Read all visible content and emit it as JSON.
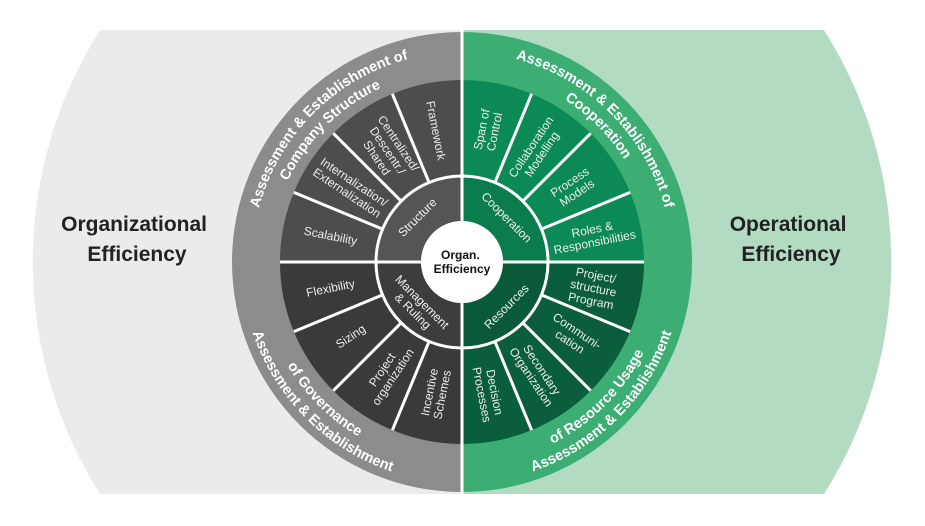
{
  "left_title": [
    "Organizational",
    "Efficiency"
  ],
  "right_title": [
    "Operational",
    "Efficiency"
  ],
  "center_label": [
    "Organ.",
    "Efficiency"
  ],
  "colors": {
    "left_bg": "#ebebeb",
    "right_bg": "#b2dbc2",
    "left_band": "#8c8c8c",
    "right_band": "#3cae74",
    "seg_top_left": "#4d4d4d",
    "seg_bottom_left": "#3a3a3a",
    "seg_top_right": "#0b8a55",
    "seg_bottom_right": "#0a5e3b",
    "quad_top_left": "#555555",
    "quad_bottom_left": "#3d3d3d",
    "quad_top_right": "#0b7d4d",
    "quad_bottom_right": "#0a5a39"
  },
  "quadrants": [
    {
      "label": "Cooperation"
    },
    {
      "label": "Resources"
    },
    {
      "label": "Management & Ruling"
    },
    {
      "label": "Structure"
    }
  ],
  "segments": [
    {
      "lines": [
        "Span of",
        "Control"
      ]
    },
    {
      "lines": [
        "Collaboration",
        "Modelling"
      ]
    },
    {
      "lines": [
        "Process",
        "Models"
      ]
    },
    {
      "lines": [
        "Roles &",
        "Responsibilities"
      ]
    },
    {
      "lines": [
        "Project/",
        "structure",
        "Program"
      ]
    },
    {
      "lines": [
        "Communi-",
        "cation"
      ]
    },
    {
      "lines": [
        "Secondary",
        "Organization"
      ]
    },
    {
      "lines": [
        "Decision",
        "Processes"
      ]
    },
    {
      "lines": [
        "Incentive",
        "Schemes"
      ]
    },
    {
      "lines": [
        "Project",
        "organization"
      ]
    },
    {
      "lines": [
        "Sizing"
      ]
    },
    {
      "lines": [
        "Flexibility"
      ]
    },
    {
      "lines": [
        "Scalability"
      ]
    },
    {
      "lines": [
        "Internalization/",
        "Externalization"
      ]
    },
    {
      "lines": [
        "Centralized/",
        "Descentr./",
        "Shared"
      ]
    },
    {
      "lines": [
        "Framework"
      ]
    }
  ],
  "bands": [
    {
      "lines": [
        "Assessment & Establishment of",
        "Cooperation"
      ]
    },
    {
      "lines": [
        "Assessment & Establishment",
        "of Resource Usage"
      ]
    },
    {
      "lines": [
        "Assessment & Establishment",
        "of Governance"
      ]
    },
    {
      "lines": [
        "Assessment & Establishment of",
        "Company Structure"
      ]
    }
  ]
}
